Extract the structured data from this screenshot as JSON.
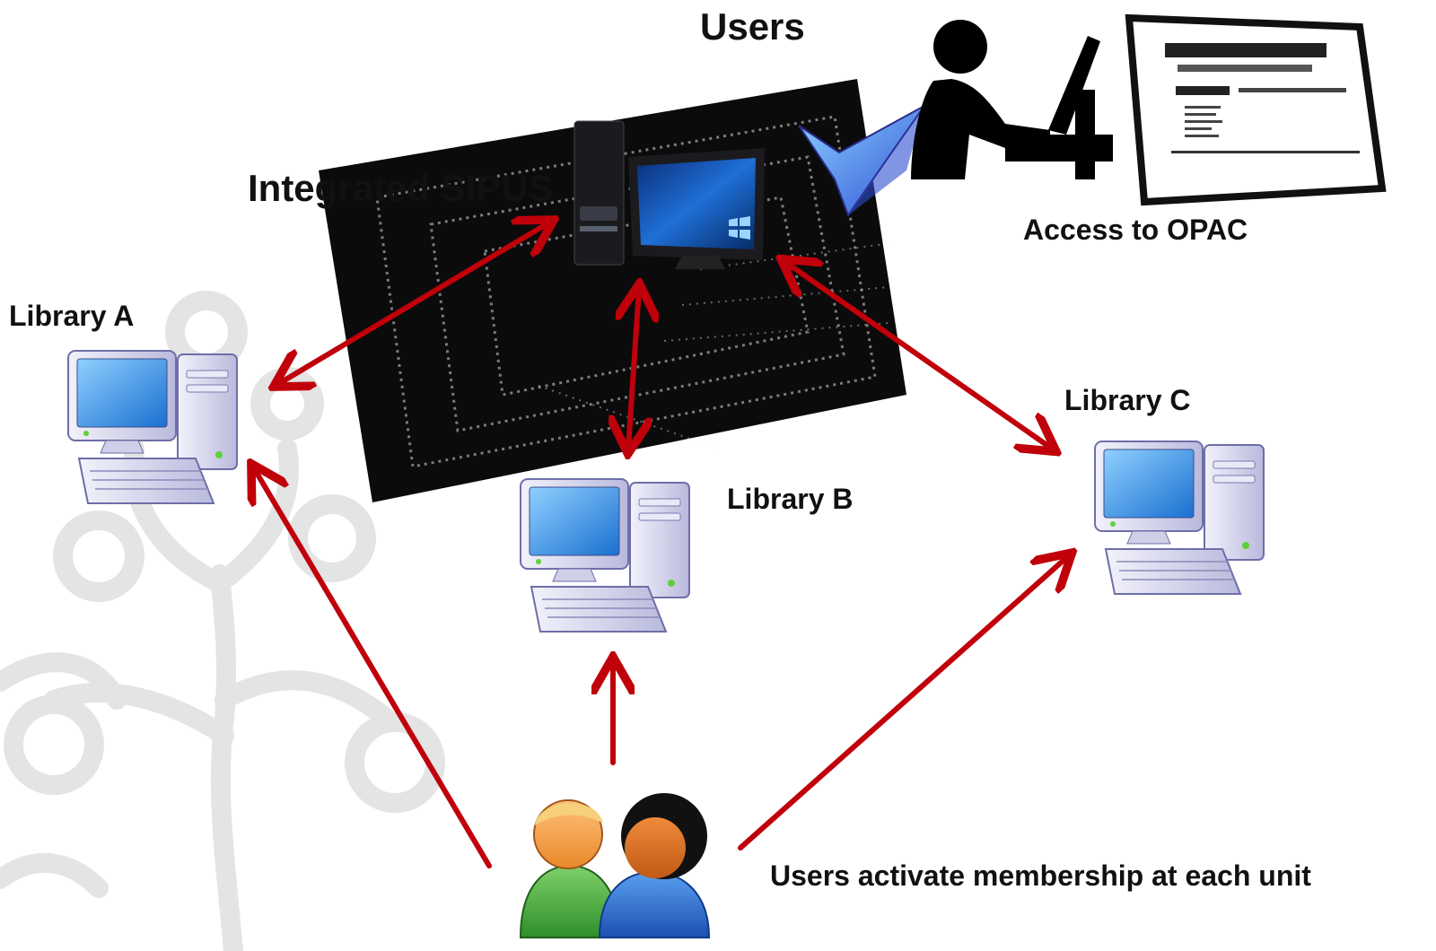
{
  "title": "Users",
  "labels": {
    "server": "Integrated SIPUS",
    "library_a": "Library A",
    "library_b": "Library B",
    "library_c": "Library C",
    "opac": "Access to OPAC",
    "membership": "Users activate membership at each unit"
  },
  "colors": {
    "arrow": "#c0000a",
    "server_bg": "#0b0b0b",
    "tree": "#e4e4e4",
    "monitor_screen": "#2a8be0",
    "pc_body": "#d7d7ee",
    "pointer": "#3a6fe0"
  },
  "icons": {
    "server": "server-computer-icon",
    "library_pc": "desktop-computer-icon",
    "user_at_desk": "user-at-desk-icon",
    "opac_screen": "opac-webpage-icon",
    "users_group": "users-group-icon",
    "background": "decorative-tree"
  }
}
